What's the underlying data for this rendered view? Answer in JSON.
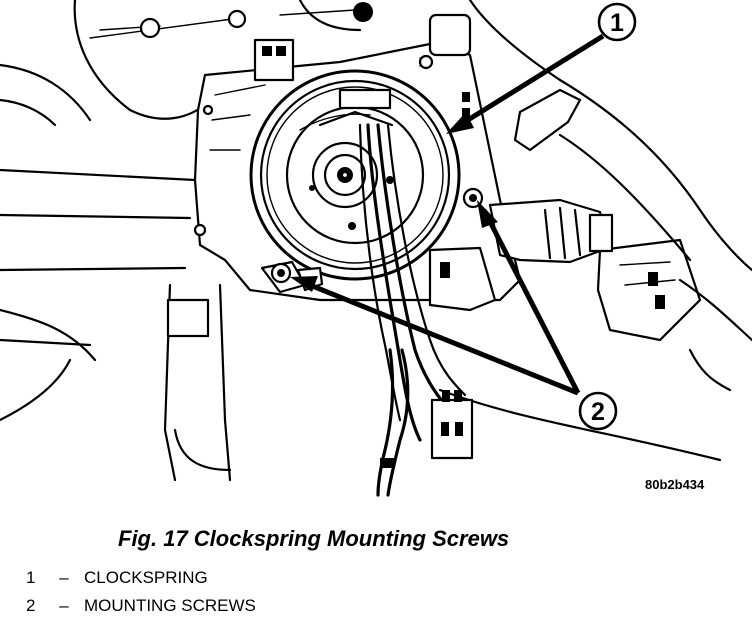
{
  "figure": {
    "image_code": "80b2b434",
    "callouts": [
      {
        "number": "1"
      },
      {
        "number": "2"
      }
    ]
  },
  "caption": "Fig. 17 Clockspring Mounting Screws",
  "legend": [
    {
      "number": "1",
      "dash": "–",
      "label": "CLOCKSPRING"
    },
    {
      "number": "2",
      "dash": "–",
      "label": "MOUNTING SCREWS"
    }
  ]
}
